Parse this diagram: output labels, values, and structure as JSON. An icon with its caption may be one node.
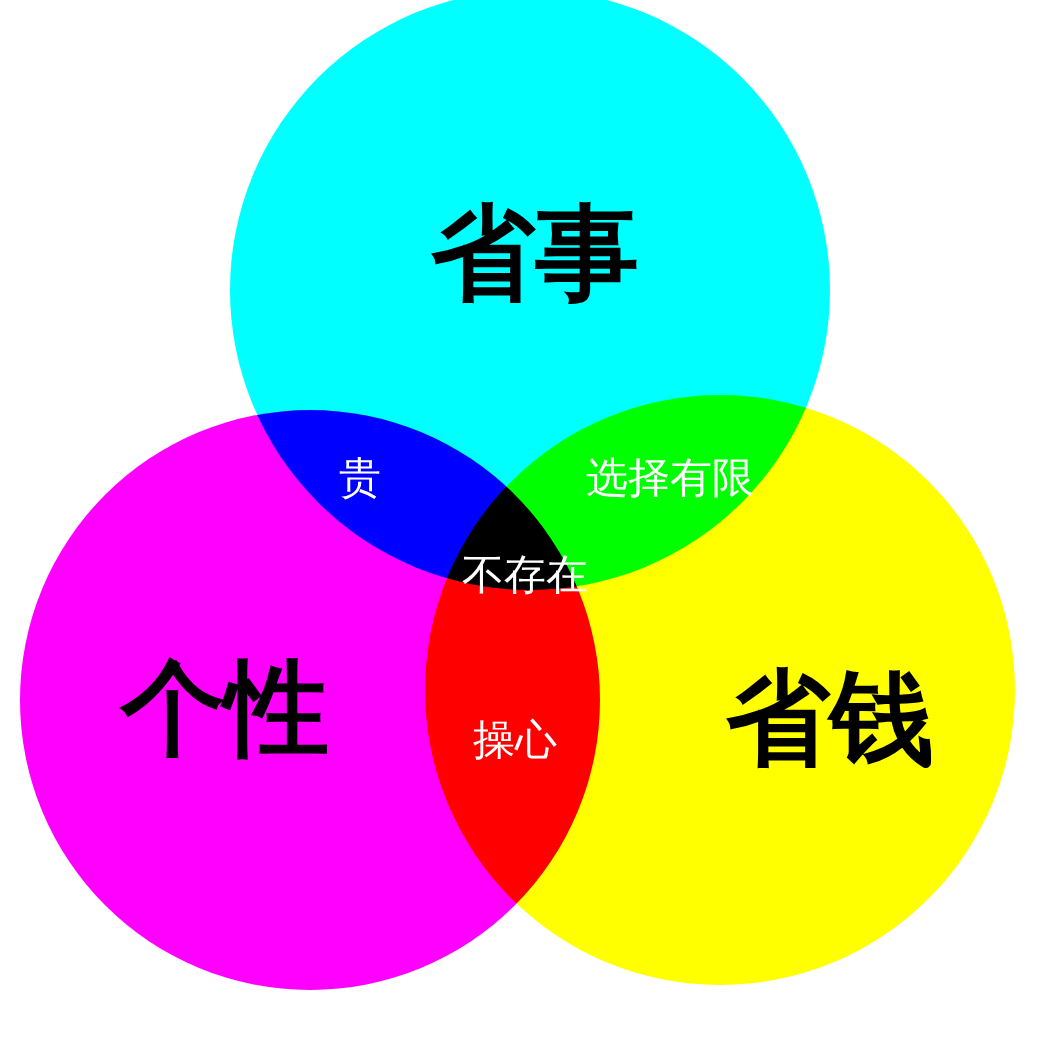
{
  "diagram": {
    "nodes": [
      {
        "text": [
          "省事"
        ]
      },
      {
        "text": [
          "个性"
        ]
      },
      {
        "text": [
          "省钱"
        ]
      }
    ],
    "labels": [
      "贵",
      "选择有限",
      "不存在",
      "操心"
    ]
  }
}
